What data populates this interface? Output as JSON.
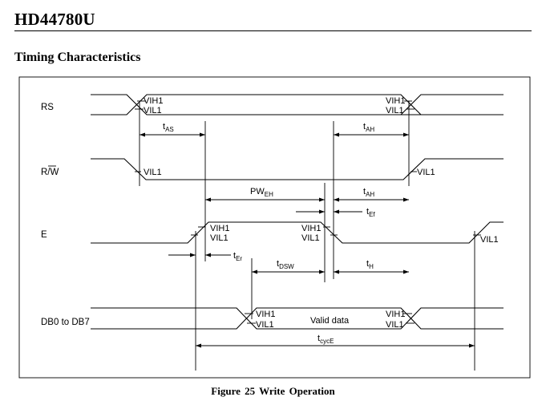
{
  "header": {
    "doc_title": "HD44780U",
    "section_title": "Timing Characteristics"
  },
  "diagram": {
    "signals": {
      "rs": "RS",
      "rw": "R/W",
      "e": "E",
      "db": "DB0 to DB7"
    },
    "levels": {
      "vih1": "VIH1",
      "vil1": "VIL1"
    },
    "params": {
      "t_as": {
        "main": "t",
        "sub": "AS"
      },
      "t_ah": {
        "main": "t",
        "sub": "AH"
      },
      "pw_eh": {
        "main": "PW",
        "sub": "EH"
      },
      "t_ef": {
        "main": "t",
        "sub": "Ef"
      },
      "t_er": {
        "main": "t",
        "sub": "Er"
      },
      "t_dsw": {
        "main": "t",
        "sub": "DSW"
      },
      "t_h": {
        "main": "t",
        "sub": "H"
      },
      "t_cyce": {
        "main": "t",
        "sub": "cycE"
      }
    },
    "valid_data": "Valid data"
  },
  "caption": "Figure 25   Write Operation"
}
